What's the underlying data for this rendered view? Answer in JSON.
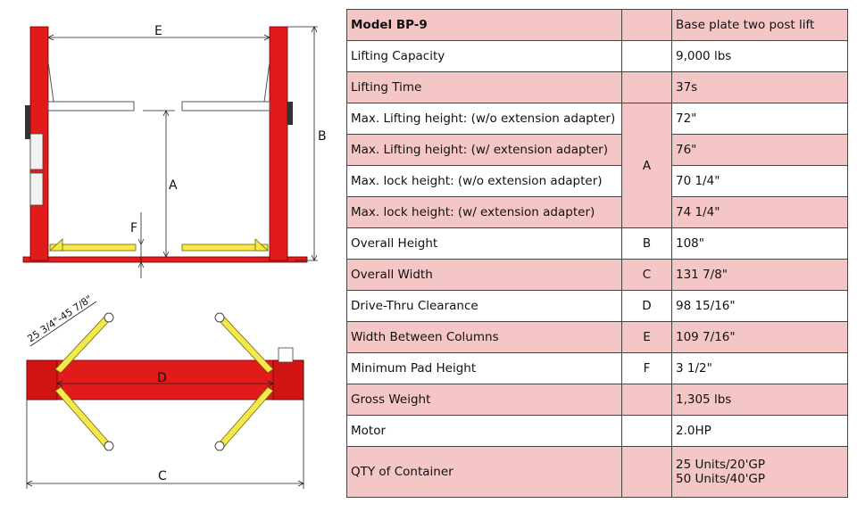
{
  "diagram": {
    "labels": {
      "E": "E",
      "B": "B",
      "A": "A",
      "F": "F",
      "D": "D",
      "C": "C",
      "arm_range": "25 3/4\"-45 7/8\""
    }
  },
  "table": {
    "model": {
      "label": "Model BP-9",
      "code": "",
      "value": "Base plate two post lift"
    },
    "lifting_capacity": {
      "label": "Lifting Capacity",
      "code": "",
      "value": "9,000 lbs"
    },
    "lifting_time": {
      "label": "Lifting Time",
      "code": "",
      "value": "37s"
    },
    "max_lift_wo": {
      "label": "Max. Lifting height: (w/o extension adapter)",
      "value": "72\""
    },
    "max_lift_w": {
      "label": "Max. Lifting height:  (w/ extension adapter)",
      "value": "76\""
    },
    "max_lock_wo": {
      "label": "Max. lock height:  (w/o extension adapter)",
      "value": "70 1/4\""
    },
    "max_lock_w": {
      "label": "Max. lock height:  (w/ extension adapter)",
      "value": "74 1/4\""
    },
    "group_code": "A",
    "overall_height": {
      "label": "Overall Height",
      "code": "B",
      "value": "108\""
    },
    "overall_width": {
      "label": "Overall Width",
      "code": "C",
      "value": "131 7/8\""
    },
    "drive_thru": {
      "label": "Drive-Thru Clearance",
      "code": "D",
      "value": "98 15/16\""
    },
    "width_between": {
      "label": "Width Between Columns",
      "code": "E",
      "value": "109 7/16\""
    },
    "min_pad": {
      "label": "Minimum Pad Height",
      "code": "F",
      "value": "3 1/2\""
    },
    "gross_weight": {
      "label": "Gross Weight",
      "code": "",
      "value": "1,305 lbs"
    },
    "motor": {
      "label": "Motor",
      "code": "",
      "value": "2.0HP"
    },
    "qty_container": {
      "label": "QTY of Container",
      "code": "",
      "value_line1": "25 Units/20'GP",
      "value_line2": "50 Units/40'GP"
    }
  },
  "colors": {
    "row_pink": "#f5c6c6",
    "lift_red": "#e11a1a",
    "arm_yellow": "#f4e84c"
  }
}
